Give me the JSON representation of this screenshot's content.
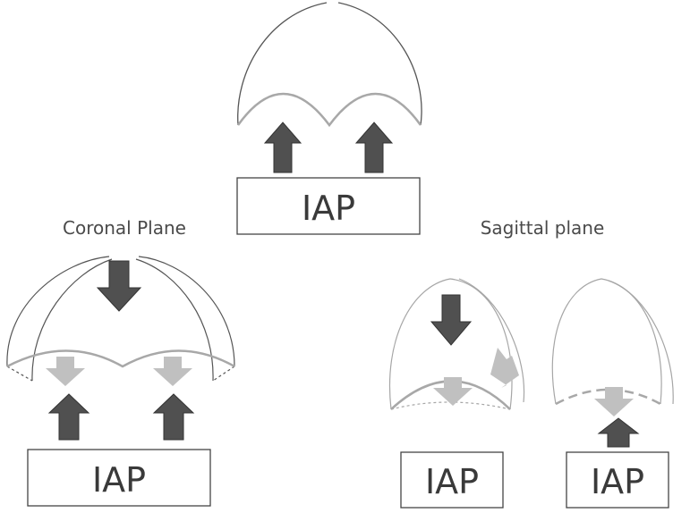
{
  "labels": {
    "coronal": "Coronal Plane",
    "sagittal": "Sagittal plane"
  },
  "boxes": {
    "top": "IAP",
    "bottom_left": "IAP",
    "bottom_mid": "IAP",
    "bottom_right": "IAP"
  },
  "colors": {
    "dark_arrow": "#505050",
    "light_arrow": "#c0c0c0",
    "outline": "#555555",
    "light_outline": "#a6a6a6",
    "diaphragm": "#a8a8a8"
  }
}
